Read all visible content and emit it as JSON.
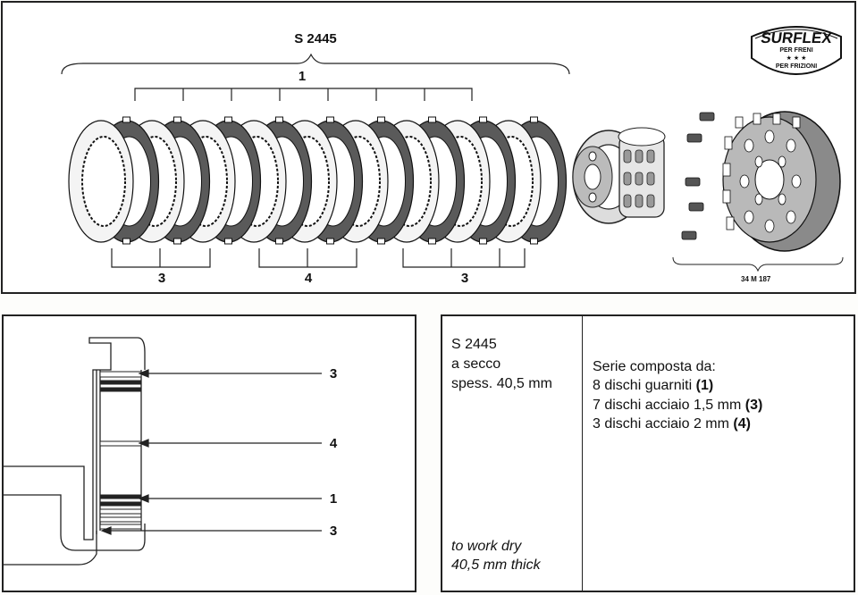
{
  "top": {
    "title": "S 2445",
    "label_1": "1",
    "label_left": "3",
    "label_mid": "4",
    "label_right": "3",
    "part_code": "34 M 187",
    "logo": {
      "main": "SURFLEX",
      "ring_top": "PER FRENI",
      "ring_bottom": "PER FRIZIONI",
      "stars": "★ ★ ★"
    }
  },
  "diagram": {
    "labels": [
      "3",
      "4",
      "1",
      "3"
    ]
  },
  "spec": {
    "code": "S 2445",
    "type": "a secco",
    "thickness": "spess. 40,5 mm",
    "english_1": "to work dry",
    "english_2": "40,5 mm thick",
    "series_title": "Serie composta da:",
    "items": [
      {
        "text": "8 dischi guarniti ",
        "ref": "(1)"
      },
      {
        "text": "7 dischi acciaio 1,5 mm ",
        "ref": "(3)"
      },
      {
        "text": "3 dischi acciaio 2 mm ",
        "ref": "(4)"
      }
    ]
  }
}
